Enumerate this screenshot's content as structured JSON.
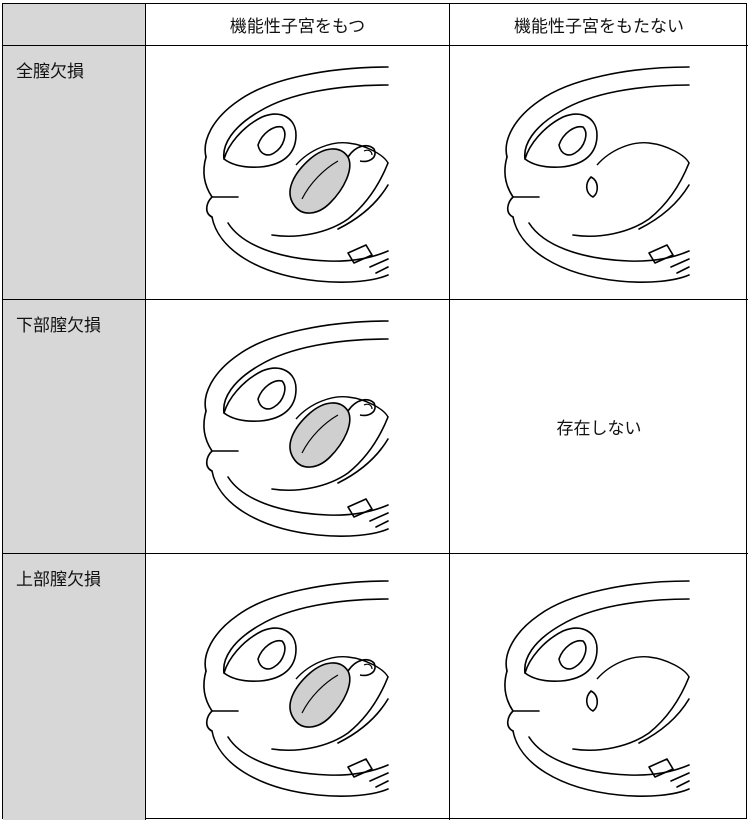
{
  "columns": [
    "機能性子宮をもつ",
    "機能性子宮をもたない"
  ],
  "rows": [
    {
      "label": "全膣欠損",
      "with_uterus": "diagram",
      "without_uterus": "diagram"
    },
    {
      "label": "下部膣欠損",
      "with_uterus": "diagram",
      "without_uterus_text": "存在しない"
    },
    {
      "label": "上部膣欠損",
      "with_uterus": "diagram",
      "without_uterus": "diagram"
    }
  ],
  "colors": {
    "header_bg": "#d7d7d7",
    "uterus_fill": "#cfcfcf",
    "line": "#000000"
  }
}
